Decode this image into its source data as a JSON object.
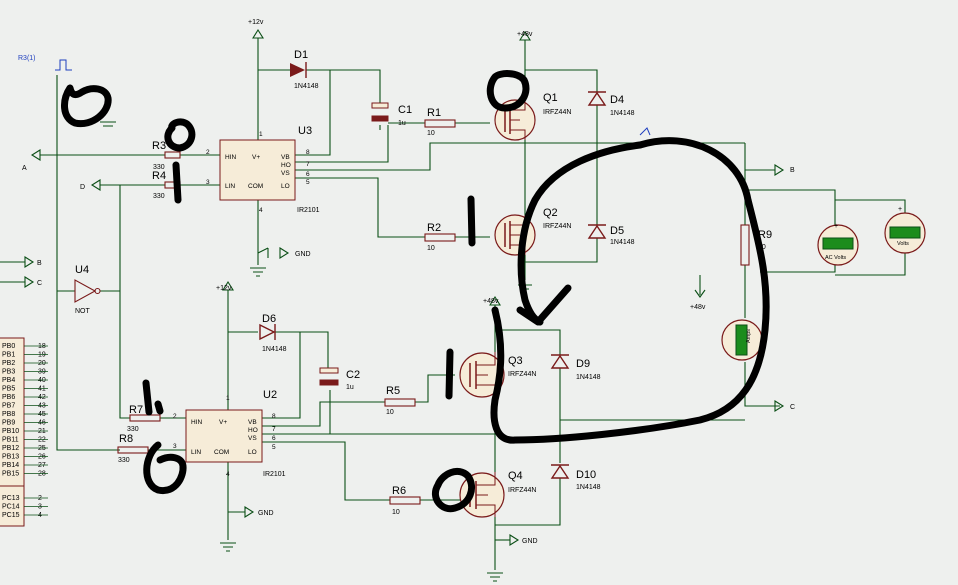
{
  "app": {
    "title": "",
    "colors": {
      "background": "#eef0ee",
      "wire": "#0b4f16",
      "component": "#7a1a1a",
      "chip_fill": "#f6ecd8",
      "meter_display": "#1c8c1c",
      "ink": "#000000",
      "probe": "#1f3fbf"
    }
  },
  "generator": {
    "label": "R3(1)"
  },
  "rails": {
    "v12_top": "+12v",
    "v12_mid": "+12v",
    "v48_top": "+48v",
    "v48_mid": "+48v",
    "v48_probe": "+48v",
    "gnd1": "GND",
    "gnd2": "GND",
    "gnd3": "GND"
  },
  "terminals": {
    "a_left": "A",
    "d_left": "D",
    "b_left": "B",
    "c_left": "C",
    "b_right": "B",
    "c_right": "C"
  },
  "u3": {
    "ref": "U3",
    "part": "IR2101",
    "pins": {
      "hin": "HIN",
      "vplus": "V+",
      "vb": "VB",
      "ho": "HO",
      "vs": "VS",
      "lin": "LIN",
      "com": "COM",
      "lo": "LO"
    },
    "pin_numbers": {
      "p1": "1",
      "p2": "2",
      "p3": "3",
      "p4": "4",
      "p5": "5",
      "p6": "6",
      "p7": "7",
      "p8": "8"
    }
  },
  "u2": {
    "ref": "U2",
    "part": "IR2101",
    "pins": {
      "hin": "HIN",
      "vplus": "V+",
      "vb": "VB",
      "ho": "HO",
      "vs": "VS",
      "lin": "LIN",
      "com": "COM",
      "lo": "LO"
    },
    "pin_numbers": {
      "p1": "1",
      "p2": "2",
      "p3": "3",
      "p4": "4",
      "p5": "5",
      "p6": "6",
      "p7": "7",
      "p8": "8"
    }
  },
  "u4": {
    "ref": "U4",
    "part": "NOT"
  },
  "resistors": {
    "r1": {
      "ref": "R1",
      "value": "10"
    },
    "r2": {
      "ref": "R2",
      "value": "10"
    },
    "r3": {
      "ref": "R3",
      "value": "330"
    },
    "r4": {
      "ref": "R4",
      "value": "330"
    },
    "r5": {
      "ref": "R5",
      "value": "10"
    },
    "r6": {
      "ref": "R6",
      "value": "10"
    },
    "r7": {
      "ref": "R7",
      "value": "330"
    },
    "r8": {
      "ref": "R8",
      "value": "330"
    },
    "r9": {
      "ref": "R9",
      "value": "10"
    }
  },
  "capacitors": {
    "c1": {
      "ref": "C1",
      "value": "1u"
    },
    "c2": {
      "ref": "C2",
      "value": "1u"
    }
  },
  "diodes": {
    "d1": {
      "ref": "D1",
      "part": "1N4148"
    },
    "d4": {
      "ref": "D4",
      "part": "1N4148"
    },
    "d5": {
      "ref": "D5",
      "part": "1N4148"
    },
    "d6": {
      "ref": "D6",
      "part": "1N4148"
    },
    "d9": {
      "ref": "D9",
      "part": "1N4148"
    },
    "d10": {
      "ref": "D10",
      "part": "1N4148"
    }
  },
  "mosfets": {
    "q1": {
      "ref": "Q1",
      "part": "IRFZ44N"
    },
    "q2": {
      "ref": "Q2",
      "part": "IRFZ44N"
    },
    "q3": {
      "ref": "Q3",
      "part": "IRFZ44N"
    },
    "q4": {
      "ref": "Q4",
      "part": "IRFZ44N"
    }
  },
  "meters": {
    "ac_volts": "AC Volts",
    "volts": "Volts",
    "amps": "Amps"
  },
  "mcu": {
    "pins": [
      {
        "name": "PB0",
        "num": "18"
      },
      {
        "name": "PB1",
        "num": "19"
      },
      {
        "name": "PB2",
        "num": "20"
      },
      {
        "name": "PB3",
        "num": "39"
      },
      {
        "name": "PB4",
        "num": "40"
      },
      {
        "name": "PB5",
        "num": "41"
      },
      {
        "name": "PB6",
        "num": "42"
      },
      {
        "name": "PB7",
        "num": "43"
      },
      {
        "name": "PB8",
        "num": "45"
      },
      {
        "name": "PB9",
        "num": "46"
      },
      {
        "name": "PB10",
        "num": "21"
      },
      {
        "name": "PB11",
        "num": "22"
      },
      {
        "name": "PB12",
        "num": "25"
      },
      {
        "name": "PB13",
        "num": "26"
      },
      {
        "name": "PB14",
        "num": "27"
      },
      {
        "name": "PB15",
        "num": "28"
      }
    ],
    "pins2": [
      {
        "name": "PC13",
        "num": "2"
      },
      {
        "name": "PC14",
        "num": "3"
      },
      {
        "name": "PC15",
        "num": "4"
      }
    ]
  }
}
